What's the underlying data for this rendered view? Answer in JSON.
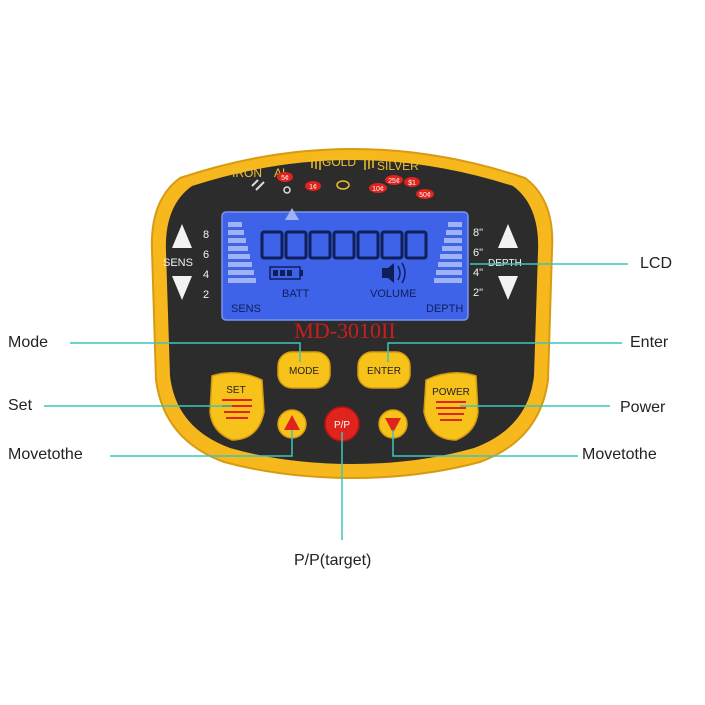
{
  "device": {
    "model": "MD-3010II",
    "target_scale": {
      "iron": "IRON",
      "al": "AL",
      "gold": "GOLD",
      "silver": "SILVER",
      "coins": [
        "5¢",
        "1¢",
        "10¢",
        "25¢",
        "$1",
        "50¢"
      ]
    },
    "sens_label": "SENS",
    "depth_label": "DEPTH",
    "sens_scale": [
      "8",
      "6",
      "4",
      "2"
    ],
    "depth_scale": [
      "8\"",
      "6\"",
      "4\"",
      "2\""
    ],
    "lcd": {
      "sens": "SENS",
      "batt": "BATT",
      "volume": "VOLUME",
      "depth": "DEPTH"
    },
    "buttons": {
      "mode": "MODE",
      "enter": "ENTER",
      "set": "SET",
      "power": "POWER",
      "pp": "P/P"
    },
    "colors": {
      "body_yellow": "#f6b81c",
      "panel": "#2a2a2a",
      "lcd_blue": "#3f63e8",
      "button_yellow": "#f7c21a",
      "button_red": "#e0231c",
      "model_red": "#c81e1e",
      "callout_line": "#3cc6b9"
    }
  },
  "callouts": {
    "lcd": "LCD",
    "mode": "Mode",
    "enter": "Enter",
    "set": "Set",
    "power": "Power",
    "move_left": "Movetothe",
    "move_right": "Movetothe",
    "pp_target": "P/P(target)"
  }
}
